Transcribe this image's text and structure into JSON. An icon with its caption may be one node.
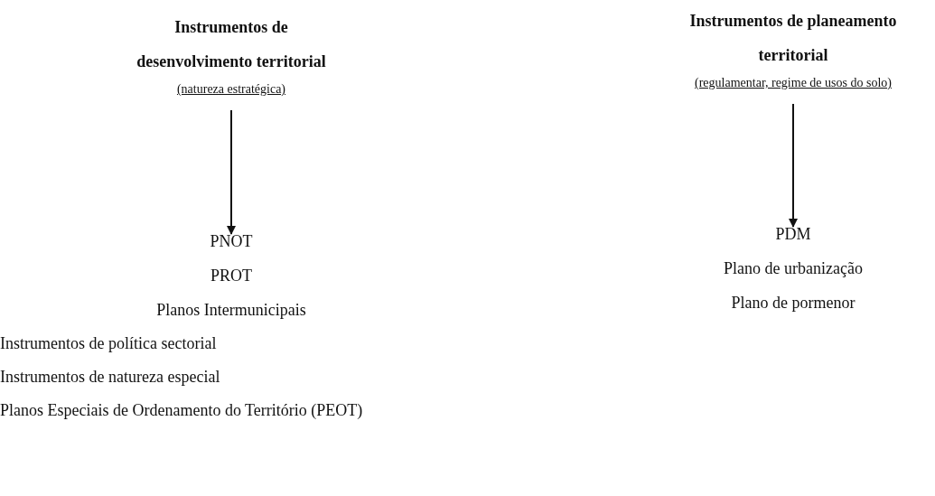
{
  "diagram": {
    "nodes": [
      {
        "text": [
          "Instrumentos de desenvolvimento territorial",
          "(natureza estratégica)"
        ]
      },
      {
        "text": [
          "PNOT",
          "PROT",
          "Planos Intermunicipais"
        ]
      },
      {
        "text": [
          "Instrumentos de planeamento territorial",
          "(regulamentar, regime de usos do solo)"
        ]
      },
      {
        "text": [
          "PDM",
          "Plano de urbanização",
          "Plano de pormenor"
        ]
      }
    ],
    "edges": [
      {
        "from": 0,
        "to": 1,
        "arrow": "to"
      },
      {
        "from": 2,
        "to": 3,
        "arrow": "to"
      }
    ],
    "labels": [
      "Instrumentos de política sectorial",
      "Instrumentos de natureza especial",
      "Planos Especiais de Ordenamento do Território (PEOT)"
    ]
  }
}
